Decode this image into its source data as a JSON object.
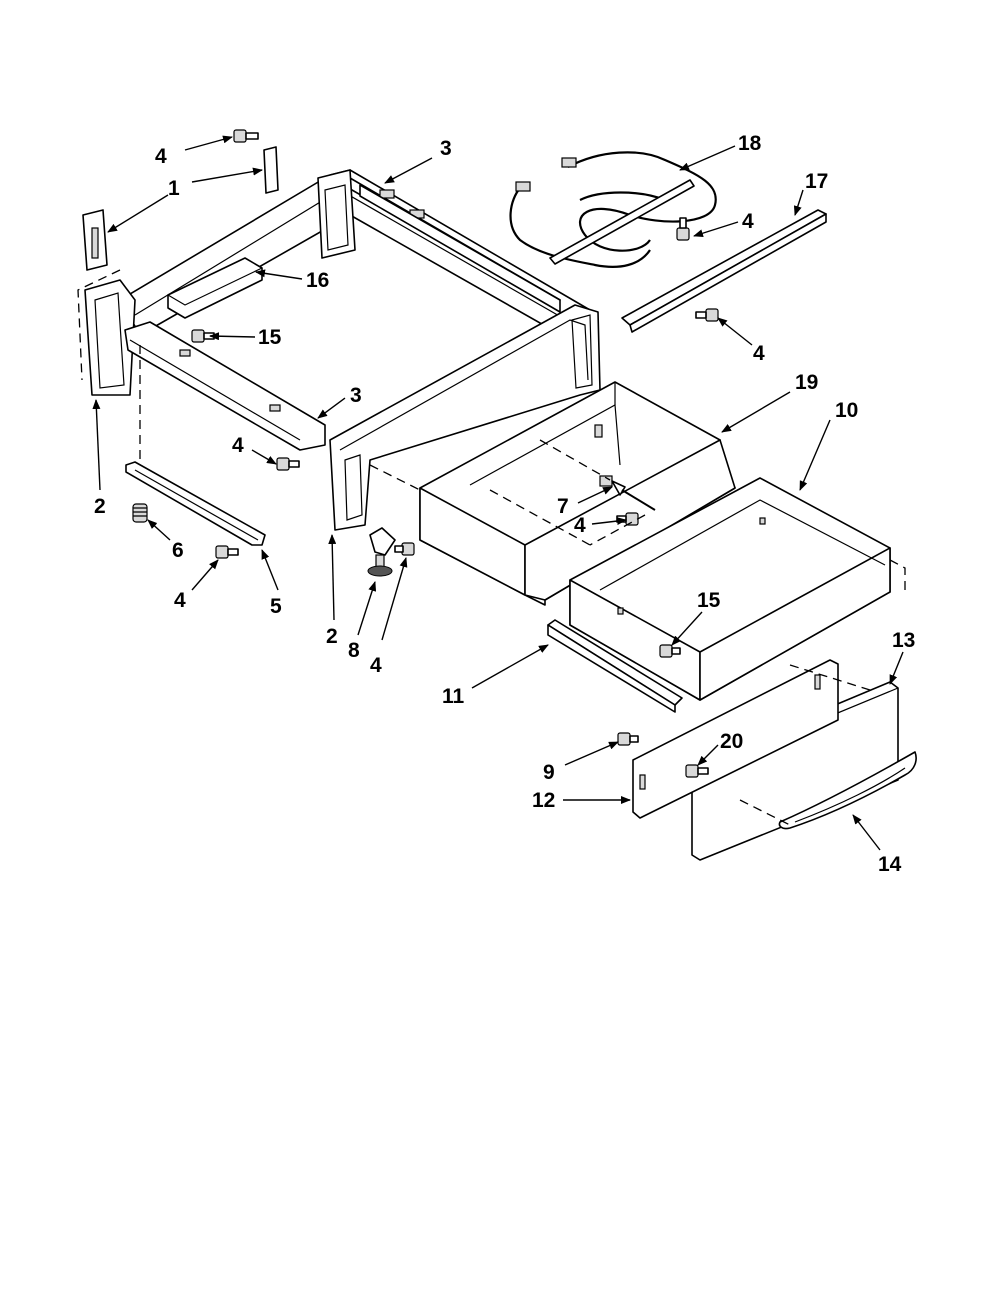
{
  "callouts": {
    "c4_top": "4",
    "c1": "1",
    "c3_top": "3",
    "c18": "18",
    "c17": "17",
    "c4_r1": "4",
    "c16": "16",
    "c15_left": "15",
    "c4_r2": "4",
    "c3_mid": "3",
    "c19": "19",
    "c10": "10",
    "c4_left": "4",
    "c2_left": "2",
    "c7": "7",
    "c4_mid": "4",
    "c6": "6",
    "c4_bottom_left": "4",
    "c5": "5",
    "c2_right": "2",
    "c8": "8",
    "c4_leveler": "4",
    "c15_right": "15",
    "c13": "13",
    "c11": "11",
    "c20": "20",
    "c9": "9",
    "c12": "12",
    "c14": "14"
  }
}
